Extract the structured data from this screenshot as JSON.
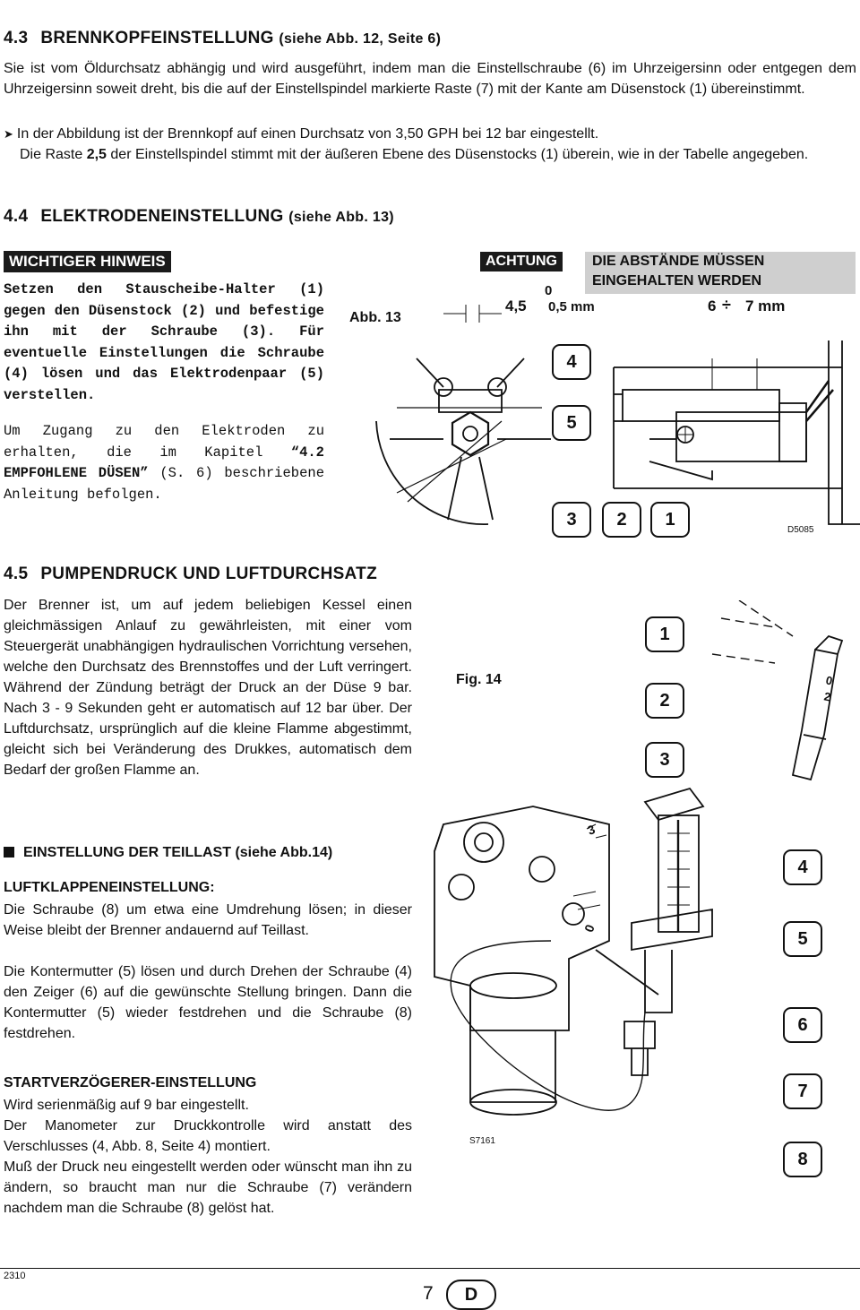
{
  "s43": {
    "num": "4.3",
    "title": "BRENNKOPFEINSTELLUNG",
    "ref": "(siehe Abb. 12, Seite 6)",
    "para": "Sie ist vom Öldurchsatz abhängig und wird ausgeführt, indem man die Einstellschraube (6) im Uhrzeigersinn oder entgegen dem Uhrzeigersinn soweit dreht, bis die auf der Einstellspindel markierte Raste (7) mit der Kante am Düsenstock (1) übereinstimmt.",
    "bullet": "In der Abbildung ist der Brennkopf auf einen Durchsatz von 3,50 GPH bei 12 bar eingestellt.",
    "note_a": "Die Raste ",
    "note_b": "2,5",
    "note_c": " der Einstellspindel stimmt mit der äußeren Ebene des Düsenstocks (1) überein, wie in der Tabelle angegeben."
  },
  "s44": {
    "num": "4.4",
    "title": "ELEKTRODENEINSTELLUNG",
    "ref": "(siehe Abb. 13)",
    "warn_label": "WICHTIGER HINWEIS",
    "warn_text": "Setzen den Stauscheibe-Halter (1) gegen den Düsenstock (2) und befestige ihn mit der Schraube (3). Für eventuelle Einstellungen die Schraube (4) lösen und das Elektrodenpaar (5) verstellen.",
    "access_a": "Um Zugang zu den Elektroden zu erhalten, die im Kapitel ",
    "access_b": "“4.2 EMPFOHLENE DÜSEN”",
    "access_c": " (S. 6) beschriebene Anleitung befolgen.",
    "fig_label": "Abb. 13",
    "achtung": "ACHTUNG",
    "distance_l1": "DIE ABSTÄNDE MÜSSEN",
    "distance_l2": "EINGEHALTEN WERDEN",
    "dim_a_top": "0",
    "dim_a_left": "4,5",
    "dim_a_right": "0,5 mm",
    "dim_b_left": "6",
    "dim_b_right": "7 mm",
    "callouts": [
      "4",
      "5",
      "3",
      "2",
      "1"
    ],
    "code": "D5085"
  },
  "s45": {
    "num": "4.5",
    "title": "PUMPENDRUCK UND LUFTDURCHSATZ",
    "para": "Der Brenner ist, um auf jedem beliebigen Kessel einen gleichmässigen Anlauf zu gewährleisten, mit einer vom Steuergerät unabhängigen hydraulischen Vorrichtung versehen, welche den Durchsatz des Brennstoffes und der Luft verringert. Während der Zündung beträgt der Druck an der Düse 9 bar. Nach 3 - 9 Sekunden geht er automatisch auf 12 bar über. Der Luftdurchsatz, ursprünglich auf die kleine Flamme abgestimmt, gleicht sich bei Veränderung des Drukkes, automatisch dem Bedarf der großen Flamme an.",
    "teillast": "EINSTELLUNG DER TEILLAST (siehe Abb.14)",
    "luft_title": "LUFTKLAPPENEINSTELLUNG:",
    "luft_p1": "Die Schraube (8) um etwa eine Umdrehung lösen; in dieser Weise bleibt der Brenner andauernd auf Teillast.",
    "luft_p2": "Die Kontermutter (5) lösen und durch Drehen der Schraube (4) den Zeiger (6) auf die gewünschte Stellung bringen. Dann die Kontermutter (5) wieder festdrehen und die Schraube (8) festdrehen.",
    "start_title": "STARTVERZÖGERER-EINSTELLUNG",
    "start_p1": "Wird serienmäßig auf 9 bar eingestellt.",
    "start_p2": "Der Manometer zur Druckkontrolle wird anstatt des Verschlusses (4, Abb. 8, Seite 4) montiert.",
    "start_p3": "Muß der Druck neu eingestellt werden oder wünscht man ihn zu ändern, so braucht man nur die Schraube (7) verändern nachdem man die Schraube (8) gelöst hat.",
    "fig_label": "Fig. 14",
    "callouts": [
      "1",
      "2",
      "3",
      "4",
      "5",
      "6",
      "7",
      "8"
    ],
    "scale_3": "3",
    "scale_0": "0",
    "gauge_0": "0",
    "gauge_2": "2",
    "code": "S7161"
  },
  "footer": {
    "doc_code": "2310",
    "page": "7",
    "lang": "D"
  }
}
